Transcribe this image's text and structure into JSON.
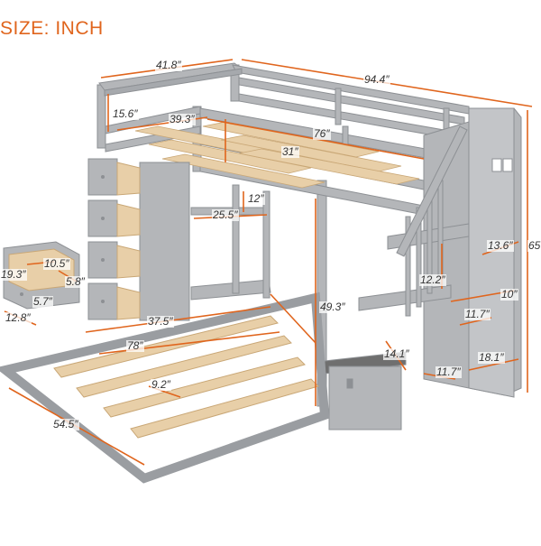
{
  "title": "SIZE: INCH",
  "colors": {
    "accent": "#e0651d",
    "frame": "#b4b6b9",
    "frame_dark": "#8d9094",
    "slat": "#e8cfa8",
    "text": "#333333"
  },
  "dimensions": {
    "top_width": "41.8″",
    "total_length": "94.4″",
    "guardrail_height": "15.6″",
    "upper_inner_width": "39.3″",
    "upper_inner_length": "76″",
    "upper_clearance": "31″",
    "shelf_height": "12″",
    "shelf_width": "25.5″",
    "total_height": "65",
    "step_depth": "13.6″",
    "drawer_depth": "19.3″",
    "drawer_width_small": "10.5″",
    "drawer_height": "5.7″",
    "drawer_inner": "5.8″",
    "drawer_width": "12.8″",
    "step_rise": "12.2″",
    "lower_inner_width": "37.5″",
    "lower_length": "78″",
    "lower_clearance": "49.3″",
    "step_width_10": "10″",
    "step_inner": "11.7″",
    "step_box": "14.1″",
    "step_gap": "11.7″",
    "step_bottom": "18.1″",
    "slat_gap": "9.2″",
    "lower_width": "54.5″"
  }
}
